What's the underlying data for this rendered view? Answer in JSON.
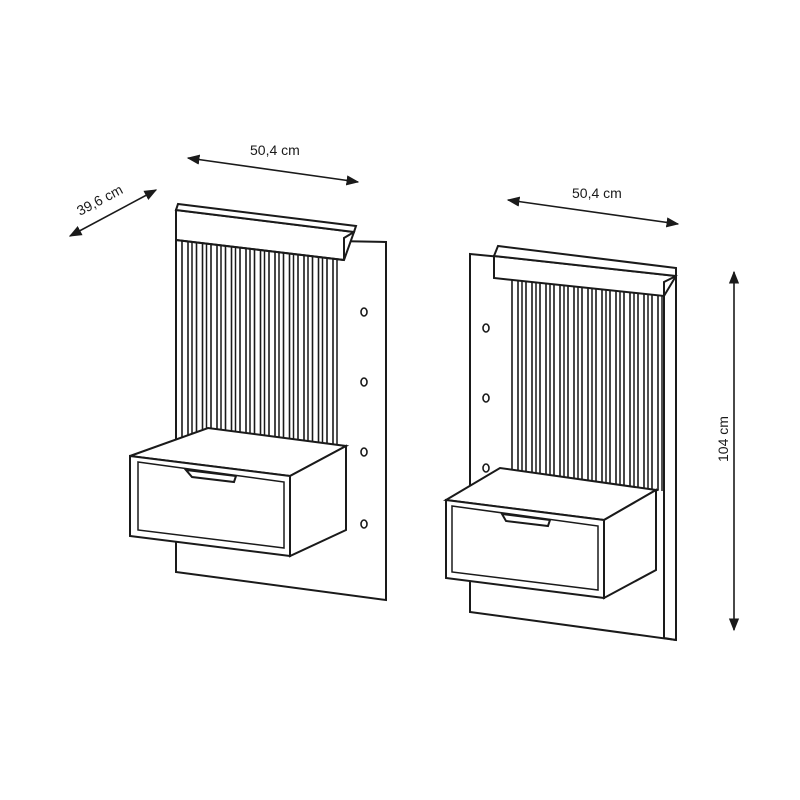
{
  "dimensions": {
    "depth_label": "39,6 cm",
    "width_left_label": "50,4 cm",
    "width_right_label": "50,4 cm",
    "height_label": "104 cm"
  },
  "colors": {
    "line": "#1a1a1a",
    "background": "#ffffff"
  }
}
